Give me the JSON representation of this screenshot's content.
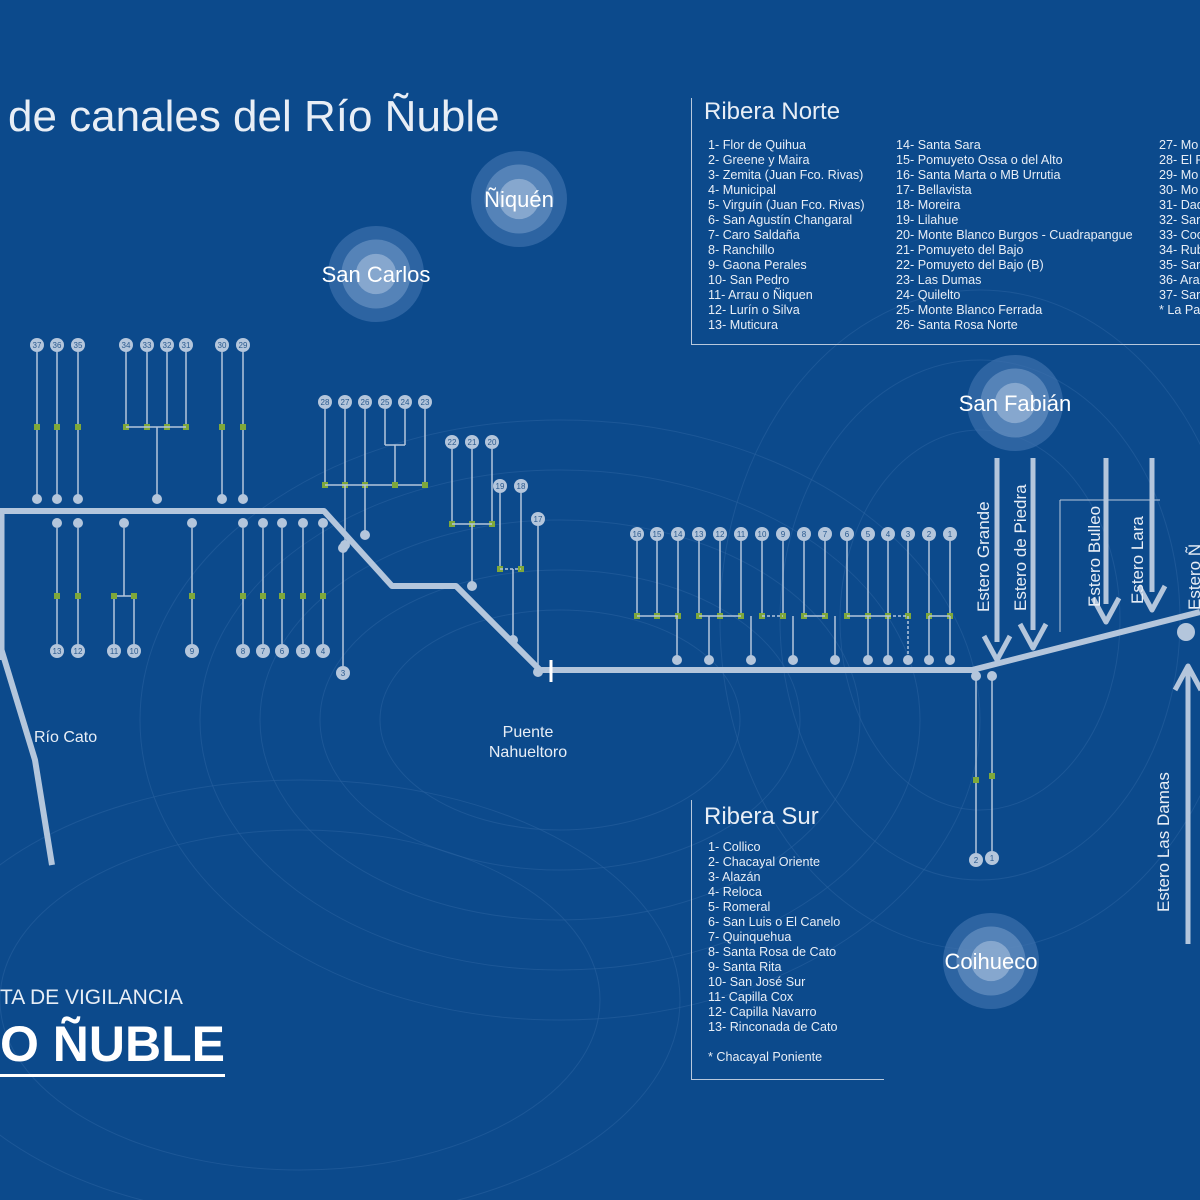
{
  "title": "de canales del Río Ñuble",
  "brand": {
    "subtitle": "TA DE VIGILANCIA",
    "main": "O ÑUBLE"
  },
  "towns": [
    {
      "name": "Ñiquén"
    },
    {
      "name": "San Carlos"
    },
    {
      "name": "San Fabián"
    },
    {
      "name": "Coihueco"
    }
  ],
  "labels": {
    "rio_cato": "Río Cato",
    "puente": [
      "Puente",
      "Nahueltoro"
    ]
  },
  "esteros": [
    "Estero Grande",
    "Estero de Piedra",
    "Estero Bulleo",
    "Estero Lara",
    "Estero Las Damas",
    "Estero Ñ"
  ],
  "ribera_norte": {
    "title": "Ribera Norte",
    "col1": [
      "1- Flor de Quihua",
      "2- Greene y Maira",
      "3- Zemita (Juan Fco. Rivas)",
      "4- Municipal",
      "5- Virguín (Juan Fco. Rivas)",
      "6- San Agustín Changaral",
      "7- Caro Saldaña",
      "8- Ranchillo",
      "9- Gaona Perales",
      "10- San Pedro",
      "11- Arrau o Ñiquen",
      "12- Lurín o Silva",
      "13- Muticura"
    ],
    "col2": [
      "14- Santa Sara",
      "15- Pomuyeto Ossa o del Alto",
      "16- Santa Marta o MB Urrutia",
      "17- Bellavista",
      "18- Moreira",
      "19- Lilahue",
      "20- Monte Blanco Burgos - Cuadrapangue",
      "21- Pomuyeto del Bajo",
      "22- Pomuyeto del Bajo (B)",
      "23- Las Dumas",
      "24- Quilelto",
      "25- Monte Blanco Ferrada",
      "26- Santa Rosa Norte"
    ],
    "col3": [
      "27- Mo",
      "28- El P",
      "29- Mo",
      "30- Mo",
      "31- Dad",
      "32- San",
      "33- Coc",
      "34- Rub",
      "35- San",
      "36- Ara",
      "37- San",
      "* La Pal"
    ]
  },
  "ribera_sur": {
    "title": "Ribera Sur",
    "items": [
      "1- Collico",
      "2- Chacayal Oriente",
      "3- Alazán",
      "4- Reloca",
      "5- Romeral",
      "6- San Luis o El Canelo",
      "7- Quinquehua",
      "8- Santa Rosa de Cato",
      "9- Santa Rita",
      "10- San José Sur",
      "11- Capilla Cox",
      "12- Capilla Navarro",
      "13- Rinconada de Cato"
    ],
    "note": "* Chacayal Poniente"
  },
  "colors": {
    "background": "#0c4a8c",
    "river": "#b4c6dc",
    "node": "#b4c6dc",
    "gate": "#7fa83a",
    "text": "#e8eef6"
  },
  "canals": {
    "top_left": [
      37,
      36,
      35,
      34,
      33,
      32,
      31,
      30,
      29
    ],
    "top_mid_a": [
      28,
      27,
      26,
      25,
      24,
      23
    ],
    "top_mid_b": [
      22,
      21,
      20
    ],
    "top_mid_c": [
      19,
      18,
      17
    ],
    "top_right": [
      16,
      15,
      14,
      13,
      12,
      11,
      10,
      9,
      8,
      7,
      6,
      5,
      4,
      3,
      2,
      1
    ],
    "bottom_left": [
      13,
      12,
      11,
      10,
      9,
      8,
      7,
      6,
      5,
      4,
      3
    ],
    "bottom_right": [
      2,
      1
    ]
  }
}
